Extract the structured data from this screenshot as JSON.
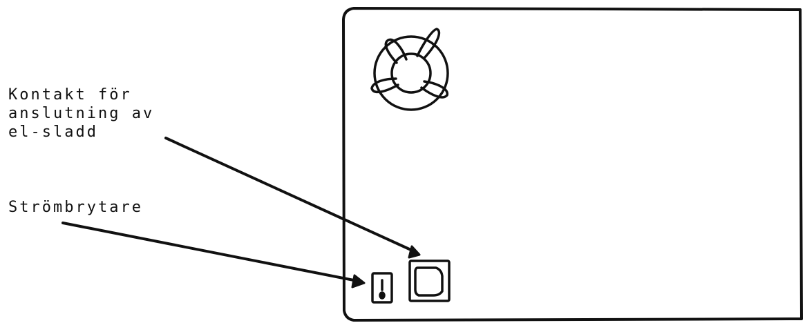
{
  "labels": {
    "power_connector": {
      "lines": [
        "Kontakt för",
        "anslutning av",
        "el-sladd"
      ]
    },
    "power_switch": {
      "text": "Strömbrytare"
    }
  },
  "components": {
    "fan_icon": "fan-icon",
    "power_socket_icon": "power-socket-icon",
    "power_switch_icon": "power-switch-icon"
  },
  "colors": {
    "ink": "#111111",
    "background": "#ffffff"
  }
}
